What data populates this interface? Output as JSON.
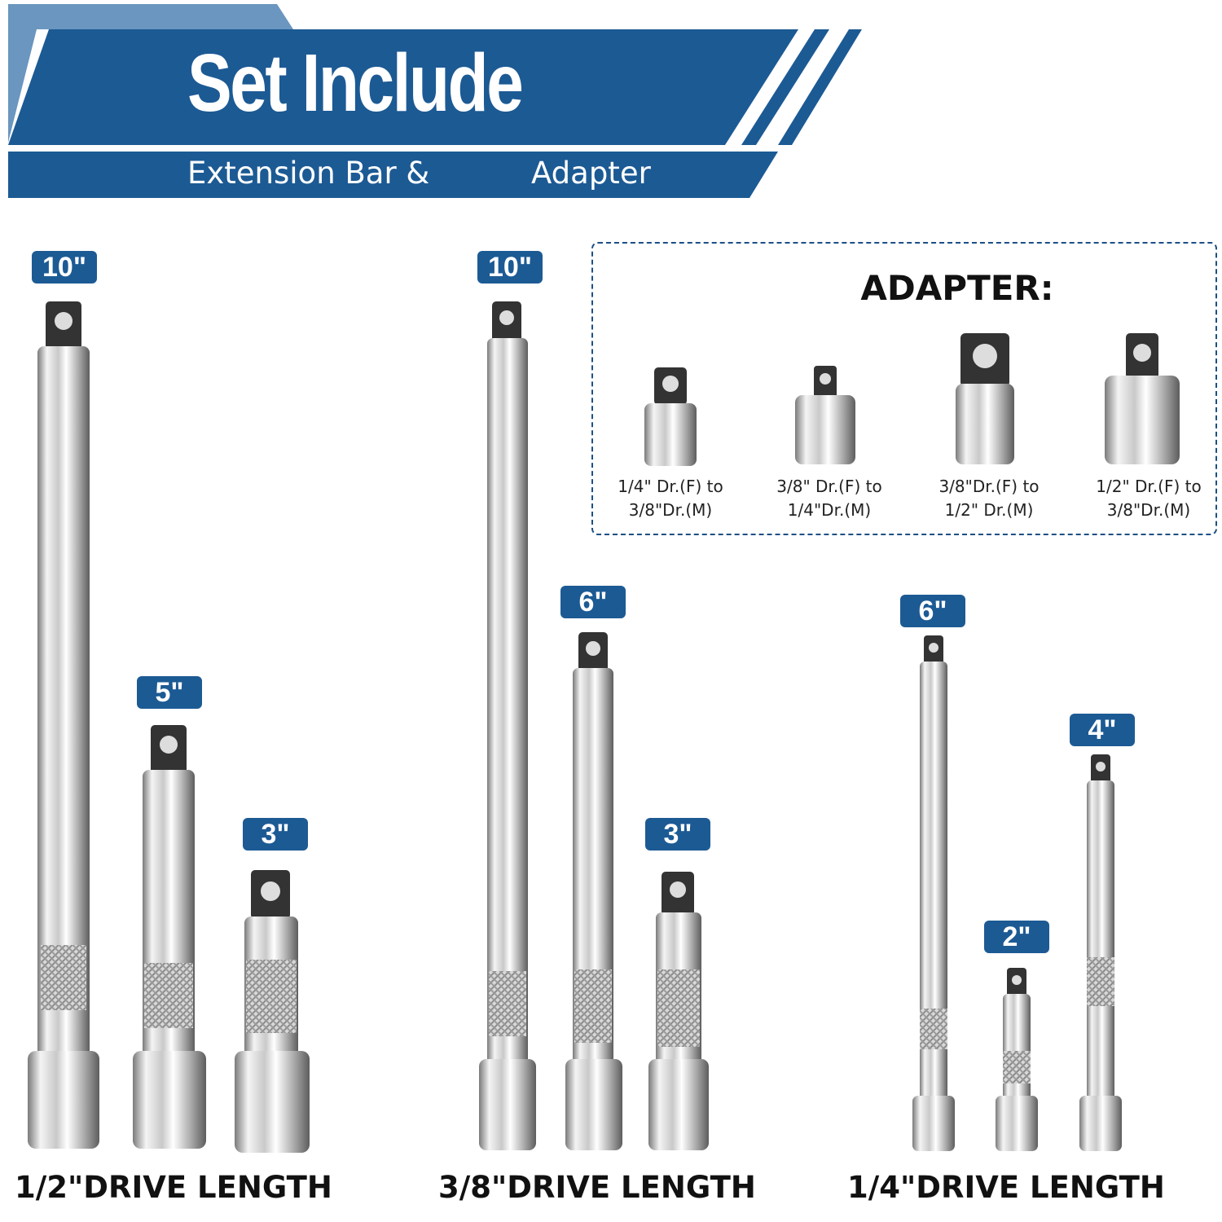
{
  "header": {
    "title": "Set Include",
    "subtitle_left": "Extension Bar &",
    "subtitle_right": "Adapter"
  },
  "colors": {
    "brand_blue": "#1c5a94",
    "light_blue": "#6a96c0"
  },
  "groups": [
    {
      "label": "1/2\"DRIVE LENGTH",
      "bars": [
        "10\"",
        "5\"",
        "3\""
      ]
    },
    {
      "label": "3/8\"DRIVE LENGTH",
      "bars": [
        "10\"",
        "6\"",
        "3\""
      ]
    },
    {
      "label": "1/4\"DRIVE LENGTH",
      "bars": [
        "6\"",
        "2\"",
        "4\""
      ]
    }
  ],
  "adapters": {
    "title": "ADAPTER:",
    "items": [
      {
        "line1": "1/4\" Dr.(F) to",
        "line2": "3/8\"Dr.(M)"
      },
      {
        "line1": "3/8\" Dr.(F) to",
        "line2": "1/4\"Dr.(M)"
      },
      {
        "line1": "3/8\"Dr.(F) to",
        "line2": "1/2\" Dr.(M)"
      },
      {
        "line1": "1/2\" Dr.(F) to",
        "line2": "3/8\"Dr.(M)"
      }
    ]
  }
}
